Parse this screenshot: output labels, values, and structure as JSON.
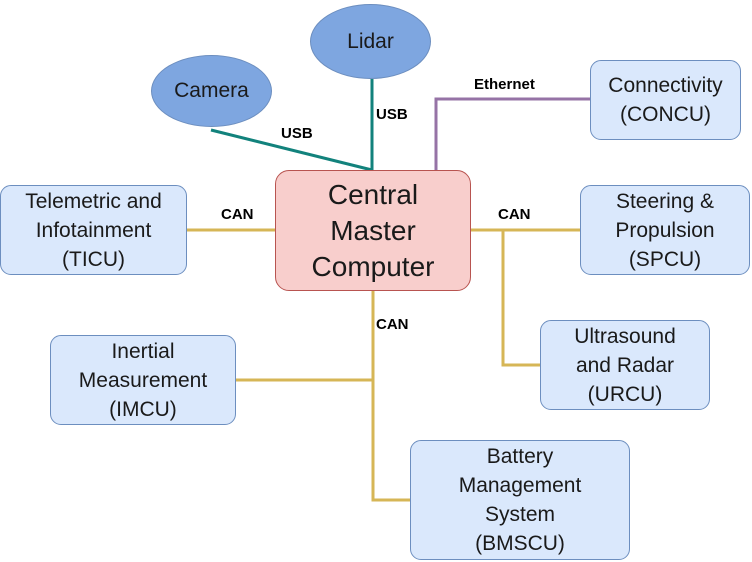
{
  "colors": {
    "can": "#d6b656",
    "usb": "#12827c",
    "ethernet": "#9673a6",
    "box_fill": "#dae8fc",
    "box_border": "#6c8ebf",
    "oval_fill": "#7ea6e0",
    "master_fill": "#f8cecc",
    "master_border": "#b85450"
  },
  "nodes": {
    "master": "Central\nMaster\nComputer",
    "camera": "Camera",
    "lidar": "Lidar",
    "concu": "Connectivity\n(CONCU)",
    "ticu": "Telemetric and\nInfotainment\n(TICU)",
    "spcu": "Steering &\nPropulsion\n(SPCU)",
    "urcu": "Ultrasound\nand Radar\n(URCU)",
    "imcu": "Inertial\nMeasurement\n(IMCU)",
    "bmscu": "Battery\nManagement\nSystem\n(BMSCU)"
  },
  "edge_labels": {
    "usb_camera": "USB",
    "usb_lidar": "USB",
    "ethernet": "Ethernet",
    "can_left": "CAN",
    "can_right": "CAN",
    "can_down": "CAN"
  }
}
